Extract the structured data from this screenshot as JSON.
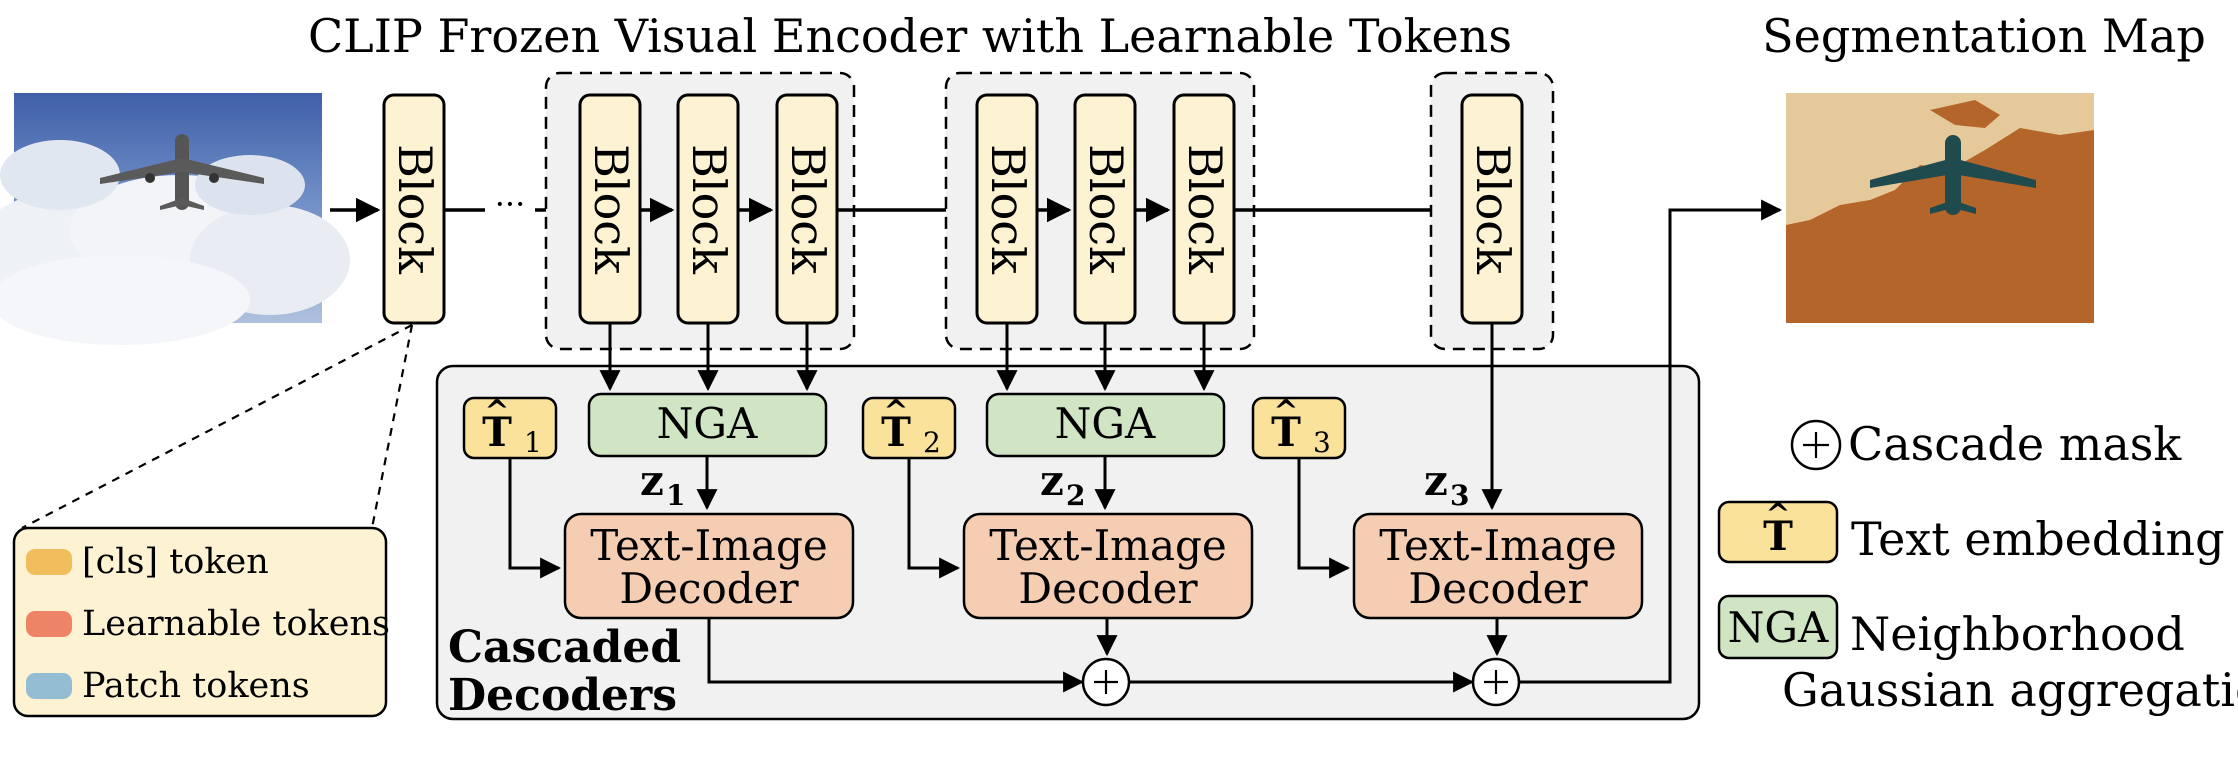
{
  "title": "CLIP Frozen Visual Encoder with Learnable Tokens",
  "output_title": "Segmentation Map",
  "block_label": "Block",
  "ellipsis": "···",
  "nga_label": "NGA",
  "decoder_label": [
    "Text-Image",
    "Decoder"
  ],
  "text_embeddings": [
    {
      "hat": "T",
      "sub": "1"
    },
    {
      "hat": "T",
      "sub": "2"
    },
    {
      "hat": "T",
      "sub": "3"
    }
  ],
  "z_labels": [
    {
      "base": "z",
      "sub": "1"
    },
    {
      "base": "z",
      "sub": "2"
    },
    {
      "base": "z",
      "sub": "3"
    }
  ],
  "cascaded_label": [
    "Cascaded",
    "Decoders"
  ],
  "token_legend": [
    {
      "label": "[cls] token",
      "color": "#F2BE5C"
    },
    {
      "label": "Learnable tokens",
      "color": "#EE8466"
    },
    {
      "label": "Patch tokens",
      "color": "#94BDD3"
    }
  ],
  "legend": {
    "cascade_mask": "Cascade mask",
    "text_embedding": "Text embedding",
    "nga_symbol": "NGA",
    "nga_desc": [
      "Neighborhood",
      "Gaussian aggregation"
    ]
  },
  "colors": {
    "block_fill": "#FDF2D2",
    "nga_fill": "#CFE5C3",
    "decoder_fill": "#F5CDB3",
    "t_fill": "#FBE29B",
    "group_fill": "#F1F1F1",
    "seg_bg": "#B4652A",
    "seg_light": "#E6C99A",
    "seg_plane": "#1F4A4E"
  }
}
